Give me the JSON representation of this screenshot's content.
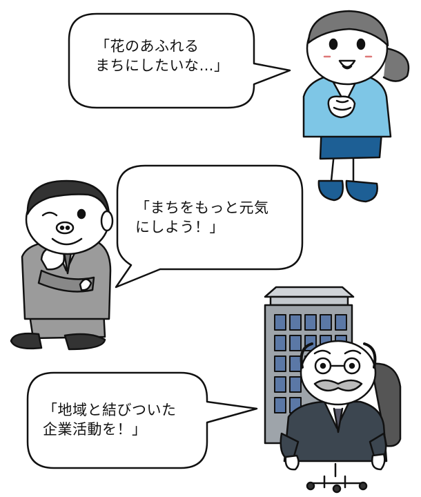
{
  "speech": {
    "woman": {
      "line1": "「花のあふれる",
      "line2": "まちにしたいな…」"
    },
    "man": {
      "line1": "「まちをもっと元気",
      "line2": "にしよう！」"
    },
    "elder": {
      "line1": "「地域と結びついた",
      "line2": "企業活動を！」"
    }
  },
  "colors": {
    "outline": "#111111",
    "blazer": "#7ec6e6",
    "skirt": "#1d5f95",
    "suit": "#9b9b9b",
    "dark_suit": "#3c4650",
    "building": "#9ea4aa",
    "window": "#5b78a6",
    "chair": "#555555"
  }
}
